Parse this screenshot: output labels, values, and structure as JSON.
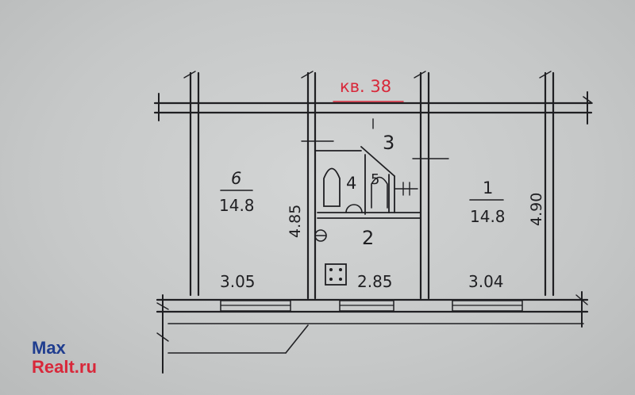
{
  "plan": {
    "apartment_label": "кв. 38",
    "rooms": [
      {
        "id": "room-6",
        "number": "6",
        "area": "14.8"
      },
      {
        "id": "room-1",
        "number": "1",
        "area": "14.8"
      },
      {
        "id": "room-2",
        "number": "2"
      },
      {
        "id": "room-3",
        "number": "3"
      },
      {
        "id": "room-4",
        "number": "4"
      },
      {
        "id": "room-5",
        "number": "5"
      }
    ],
    "dimensions": {
      "room6_depth": "4.85",
      "room1_depth": "4.90",
      "left_width": "3.05",
      "middle_width": "2.85",
      "right_width": "3.04"
    }
  },
  "watermark": {
    "line1": "Max",
    "line2": "Realt.ru"
  }
}
